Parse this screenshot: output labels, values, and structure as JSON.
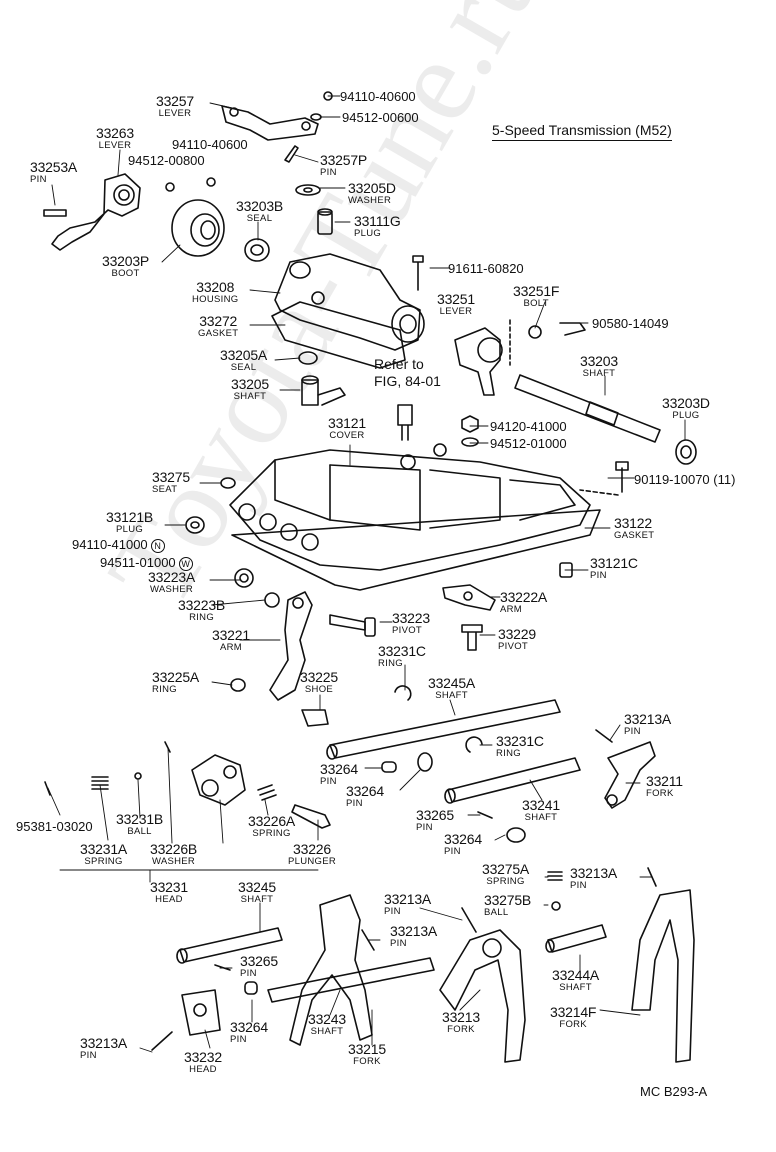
{
  "header": {
    "title": "5-Speed Transmission (M52)",
    "refer_line1": "Refer to",
    "refer_line2": "FIG, 84-01",
    "diagram_code": "MC B293-A",
    "watermark": "Toyota-Tune.ru"
  },
  "symbols": {
    "n": "N",
    "w": "W"
  },
  "parts": {
    "p33257": {
      "num": "33257",
      "name": "LEVER"
    },
    "p33263": {
      "num": "33263",
      "name": "LEVER"
    },
    "p33253A": {
      "num": "33253A",
      "name": "PIN"
    },
    "p33257P": {
      "num": "33257P",
      "name": "PIN"
    },
    "p33205D": {
      "num": "33205D",
      "name": "WASHER"
    },
    "p33203B": {
      "num": "33203B",
      "name": "SEAL"
    },
    "p33111G": {
      "num": "33111G",
      "name": "PLUG"
    },
    "p33203P": {
      "num": "33203P",
      "name": "BOOT"
    },
    "p33208": {
      "num": "33208",
      "name": "HOUSING"
    },
    "p33272": {
      "num": "33272",
      "name": "GASKET"
    },
    "p33251F": {
      "num": "33251F",
      "name": "BOLT"
    },
    "p33251": {
      "num": "33251",
      "name": "LEVER"
    },
    "p33205A": {
      "num": "33205A",
      "name": "SEAL"
    },
    "p33205": {
      "num": "33205",
      "name": "SHAFT"
    },
    "p33203": {
      "num": "33203",
      "name": "SHAFT"
    },
    "p33203D": {
      "num": "33203D",
      "name": "PLUG"
    },
    "p33121": {
      "num": "33121",
      "name": "COVER"
    },
    "p33275": {
      "num": "33275",
      "name": "SEAT"
    },
    "p33121B": {
      "num": "33121B",
      "name": "PLUG"
    },
    "p33122": {
      "num": "33122",
      "name": "GASKET"
    },
    "p33121C": {
      "num": "33121C",
      "name": "PIN"
    },
    "p33223A": {
      "num": "33223A",
      "name": "WASHER"
    },
    "p33223B": {
      "num": "33223B",
      "name": "RING"
    },
    "p33222A": {
      "num": "33222A",
      "name": "ARM"
    },
    "p33223": {
      "num": "33223",
      "name": "PIVOT"
    },
    "p33221": {
      "num": "33221",
      "name": "ARM"
    },
    "p33229": {
      "num": "33229",
      "name": "PIVOT"
    },
    "p33231C_a": {
      "num": "33231C",
      "name": "RING"
    },
    "p33225A": {
      "num": "33225A",
      "name": "RING"
    },
    "p33225": {
      "num": "33225",
      "name": "SHOE"
    },
    "p33245A": {
      "num": "33245A",
      "name": "SHAFT"
    },
    "p33213A_a": {
      "num": "33213A",
      "name": "PIN"
    },
    "p33231C_b": {
      "num": "33231C",
      "name": "RING"
    },
    "p33211": {
      "num": "33211",
      "name": "FORK"
    },
    "p33264_a": {
      "num": "33264",
      "name": "PIN"
    },
    "p33264_b": {
      "num": "33264",
      "name": "PIN"
    },
    "p33241": {
      "num": "33241",
      "name": "SHAFT"
    },
    "p33265_a": {
      "num": "33265",
      "name": "PIN"
    },
    "p33264_c": {
      "num": "33264",
      "name": "PIN"
    },
    "p33231B": {
      "num": "33231B",
      "name": "BALL"
    },
    "p33226A": {
      "num": "33226A",
      "name": "SPRING"
    },
    "p33231A": {
      "num": "33231A",
      "name": "SPRING"
    },
    "p33226B": {
      "num": "33226B",
      "name": "WASHER"
    },
    "p33226": {
      "num": "33226",
      "name": "PLUNGER"
    },
    "p33231": {
      "num": "33231",
      "name": "HEAD"
    },
    "p33275A": {
      "num": "33275A",
      "name": "SPRING"
    },
    "p33213A_b": {
      "num": "33213A",
      "name": "PIN"
    },
    "p33275B": {
      "num": "33275B",
      "name": "BALL"
    },
    "p33245": {
      "num": "33245",
      "name": "SHAFT"
    },
    "p33213A_c": {
      "num": "33213A",
      "name": "PIN"
    },
    "p33213A_d": {
      "num": "33213A",
      "name": "PIN"
    },
    "p33265_b": {
      "num": "33265",
      "name": "PIN"
    },
    "p33244A": {
      "num": "33244A",
      "name": "SHAFT"
    },
    "p33264_d": {
      "num": "33264",
      "name": "PIN"
    },
    "p33243": {
      "num": "33243",
      "name": "SHAFT"
    },
    "p33213": {
      "num": "33213",
      "name": "FORK"
    },
    "p33214F": {
      "num": "33214F",
      "name": "FORK"
    },
    "p33213A_e": {
      "num": "33213A",
      "name": "PIN"
    },
    "p33215": {
      "num": "33215",
      "name": "FORK"
    },
    "p33232": {
      "num": "33232",
      "name": "HEAD"
    }
  },
  "numbers": {
    "n94110_40600_a": "94110-40600",
    "n94512_00600": "94512-00600",
    "n94110_40600_b": "94110-40600",
    "n94512_00800": "94512-00800",
    "n91611_60820": "91611-60820",
    "n90580_14049": "90580-14049",
    "n94120_41000": "94120-41000",
    "n94512_01000": "94512-01000",
    "n90119_10070": "90119-10070 (11)",
    "n94110_41000": "94110-41000",
    "n94511_01000": "94511-01000",
    "n95381_03020": "95381-03020"
  }
}
